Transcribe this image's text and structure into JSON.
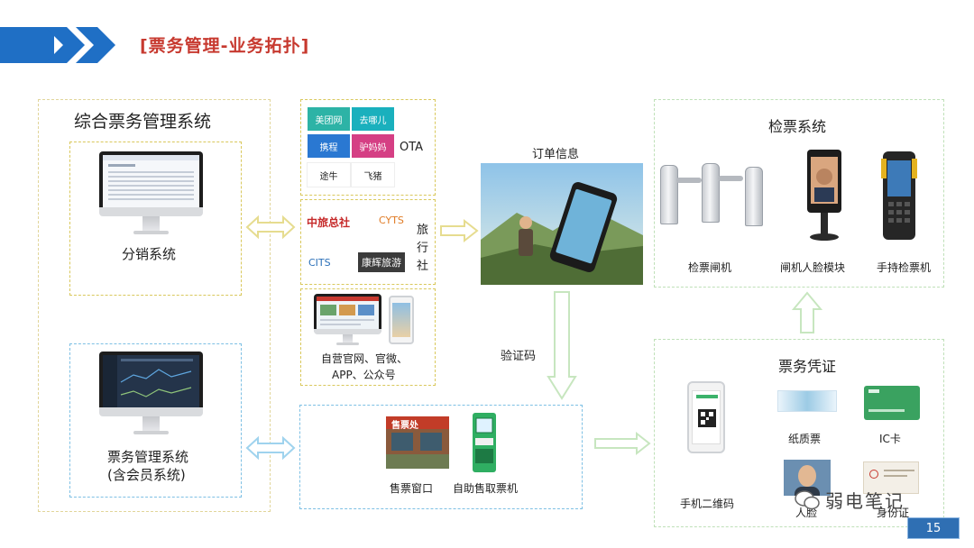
{
  "header": {
    "title": "[票务管理-业务拓扑]"
  },
  "left_panel": {
    "title": "综合票务管理系统",
    "distribution": "分销系统",
    "ticket_mgmt_line1": "票务管理系统",
    "ticket_mgmt_line2": "(含会员系统)"
  },
  "channels": {
    "ota_label": "OTA",
    "ota_logos": [
      "美团网",
      "去哪儿",
      "携程",
      "驴妈妈",
      "途牛",
      "飞猪"
    ],
    "agency_label": [
      "旅",
      "行",
      "社"
    ],
    "agency_logos": [
      "中旅总社",
      "CYTS",
      "CITS",
      "康辉旅游"
    ],
    "self_line1": "自营官网、官微、",
    "self_line2": "APP、公众号"
  },
  "order_info": "订单信息",
  "verify_code": "验证码",
  "sales": {
    "window": "售票窗口",
    "window_sign": "售票处",
    "kiosk": "自助售取票机"
  },
  "check_system": {
    "title": "检票系统",
    "gate": "检票闸机",
    "face": "闸机人脸模块",
    "handheld": "手持检票机"
  },
  "credentials": {
    "title": "票务凭证",
    "qr": "手机二维码",
    "paper": "纸质票",
    "ic": "IC卡",
    "face": "人脸",
    "id": "身份证"
  },
  "watermark": "弱电笔记",
  "page_number": "15",
  "colors": {
    "accent_blue": "#1f6fc5",
    "title_red": "#c7392f",
    "arrow_yellow": "#e6dc8f",
    "arrow_blue": "#9fd3ee",
    "arrow_green": "#c7e6bf"
  }
}
